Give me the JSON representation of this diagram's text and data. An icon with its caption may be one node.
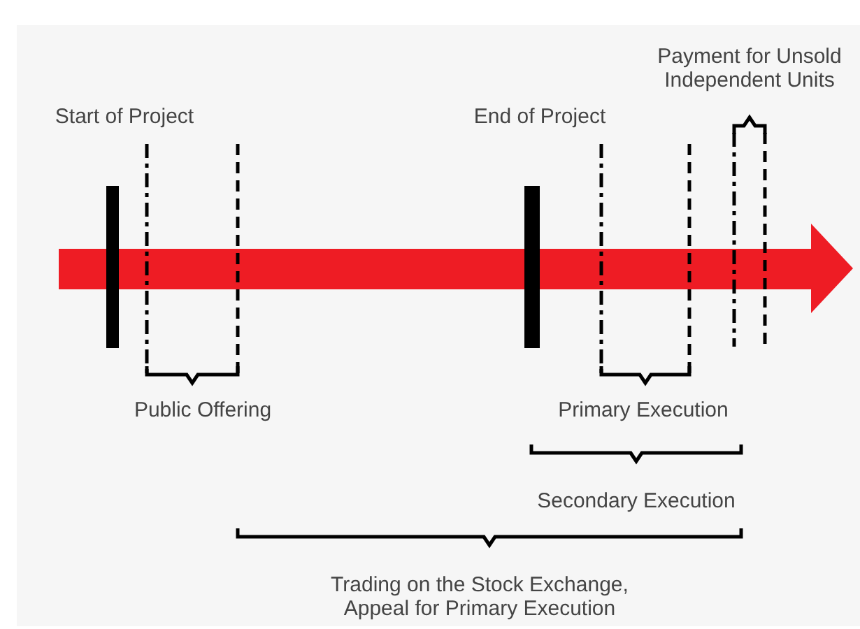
{
  "diagram": {
    "labels": [
      "Payment for Unsold Independent Units",
      "Start of Project",
      "End of Project",
      "Public Offering",
      "Primary Execution",
      "Secondary Execution",
      "Trading on the Stock Exchange, Appeal for Primary Execution"
    ]
  }
}
